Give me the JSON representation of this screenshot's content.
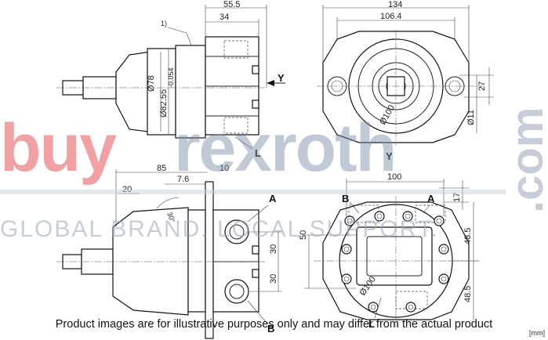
{
  "watermark": {
    "brand_red": "buy",
    "brand_grey": "rexroth",
    "domain_suffix": ".com",
    "tagline": "GLOBAL BRAND. LOCAL SUPPORT."
  },
  "top_side_view": {
    "dims": {
      "d1": "55.5",
      "d2": "34",
      "dia_a": "Ø78",
      "dia_b": "Ø82.55",
      "tol": "-0.054",
      "note": "1)"
    },
    "labels": {
      "arrow": "Y",
      "port": "L"
    }
  },
  "top_front_view": {
    "dims": {
      "w1": "134",
      "w2": "106.4",
      "dia": "Ø100",
      "h": "27",
      "hole": "Ø11"
    },
    "labels": {
      "view": "Y"
    }
  },
  "bottom_side_view": {
    "dims": {
      "len": "85",
      "flange": "10",
      "off": "7.6",
      "shaft": "20",
      "angle": "30°",
      "p1": "30",
      "p2": "30"
    },
    "labels": {
      "a": "A",
      "b": "B"
    }
  },
  "bottom_front_view": {
    "dims": {
      "w": "100",
      "top": "17",
      "h": "50",
      "p1": "48.5",
      "p2": "48.5",
      "dia": "Ø100"
    },
    "labels": {
      "b": "B",
      "a": "A",
      "l": "L"
    }
  },
  "caption": "Product images are for illustrative purposes only and may differ from the actual product",
  "unit": "[mm]",
  "colors": {
    "watermark_red": "#e3555a",
    "watermark_grey": "#7a8aa6"
  }
}
